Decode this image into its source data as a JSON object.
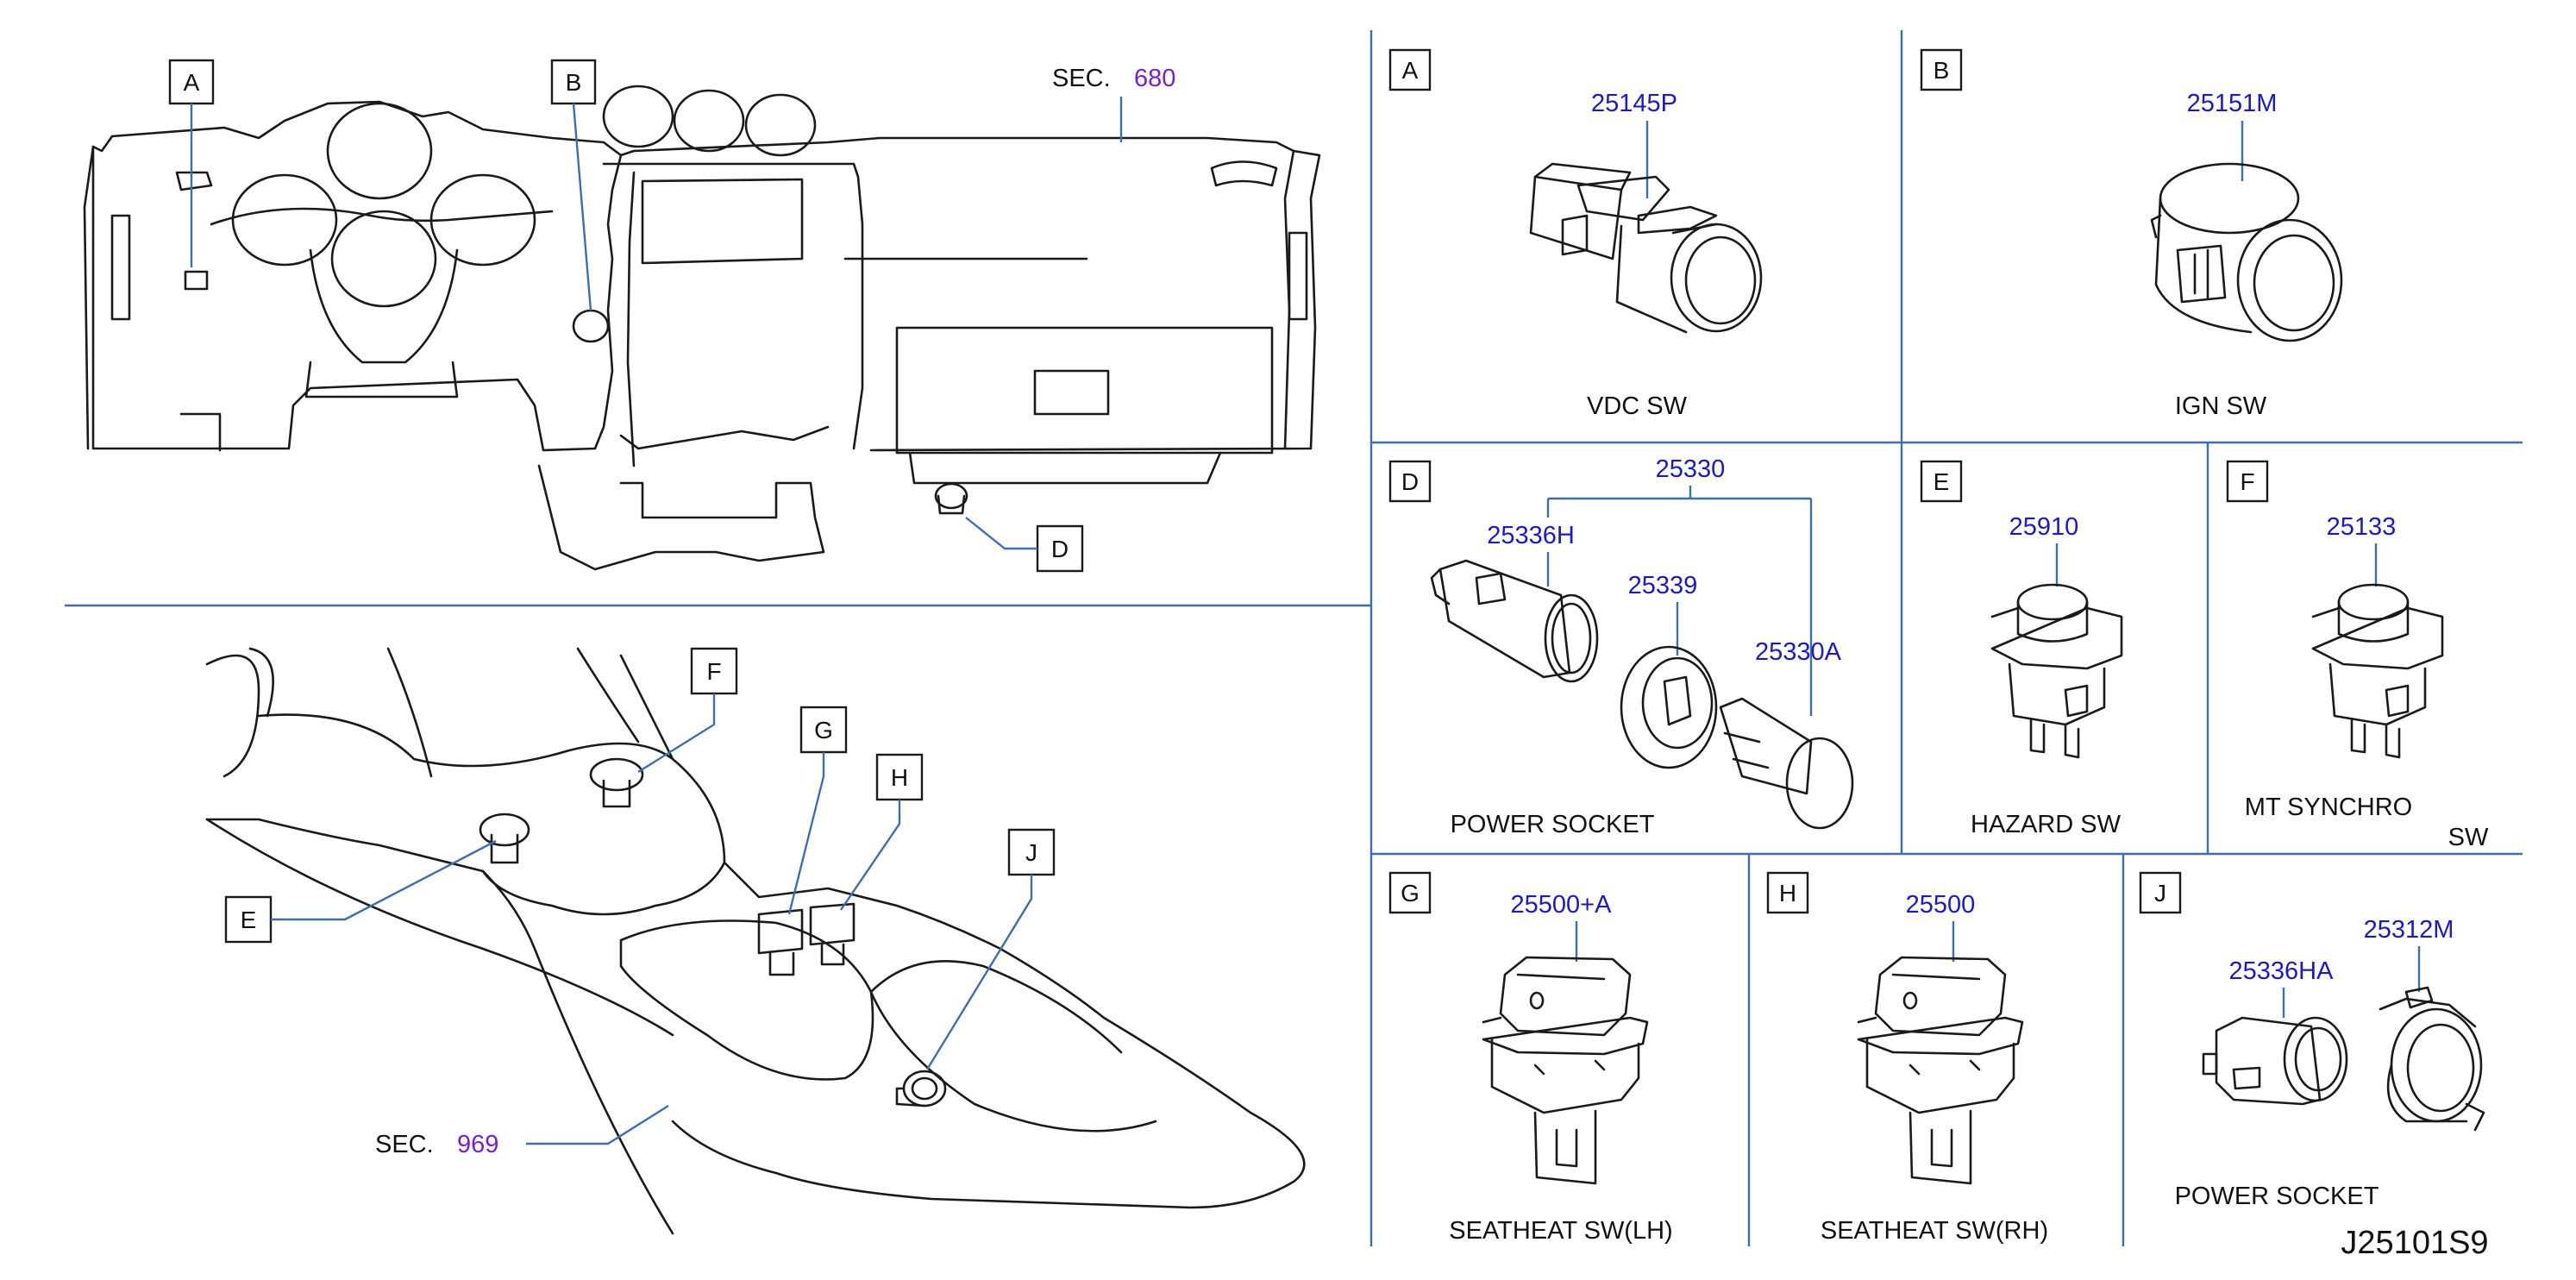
{
  "colors": {
    "divider": "#3d6fb0",
    "part_number": "#1a1acc",
    "section_number": "#7a1fd6",
    "ink": "#1a1a1a"
  },
  "overview_top": {
    "callouts": [
      "A",
      "B",
      "D"
    ],
    "sec_label": "SEC.",
    "sec_number": "680"
  },
  "overview_bottom": {
    "callouts": [
      "E",
      "F",
      "G",
      "H",
      "J"
    ],
    "sec_label": "SEC.",
    "sec_number": "969"
  },
  "panels": {
    "A": {
      "letter": "A",
      "part": "25145P",
      "caption": "VDC   SW"
    },
    "B": {
      "letter": "B",
      "part": "25151M",
      "caption": "IGN   SW"
    },
    "D": {
      "letter": "D",
      "part_group": "25330",
      "parts": [
        "25336H",
        "25339",
        "25330A"
      ],
      "caption": "POWER   SOCKET"
    },
    "E": {
      "letter": "E",
      "part": "25910",
      "caption": "HAZARD   SW"
    },
    "F": {
      "letter": "F",
      "part": "25133",
      "caption_line1": "MT    SYNCHRO",
      "caption_line2": "SW"
    },
    "G": {
      "letter": "G",
      "part": "25500+A",
      "caption": "SEATHEAT   SW(LH)"
    },
    "H": {
      "letter": "H",
      "part": "25500",
      "caption": "SEATHEAT   SW(RH)"
    },
    "J": {
      "letter": "J",
      "parts": [
        "25336HA",
        "25312M"
      ],
      "caption": "POWER   SOCKET"
    }
  },
  "diagram_number": "J25101S9"
}
